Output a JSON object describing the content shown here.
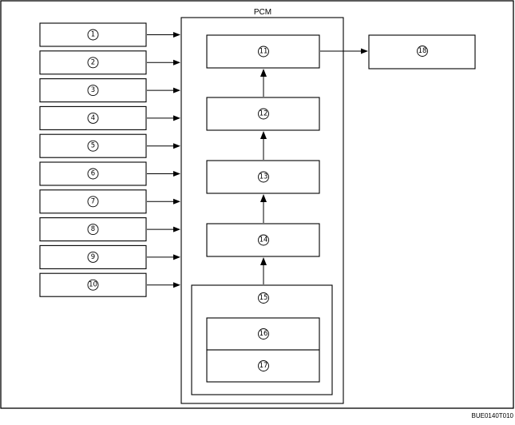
{
  "diagram": {
    "container_title": "PCM",
    "figure_code": "BUE0140T010",
    "input_labels": [
      "1",
      "2",
      "3",
      "4",
      "5",
      "6",
      "7",
      "8",
      "9",
      "10"
    ],
    "chain_labels": [
      "11",
      "12",
      "13",
      "14"
    ],
    "group_label": "15",
    "group_item_labels": [
      "16",
      "17"
    ],
    "output_label": "18"
  }
}
